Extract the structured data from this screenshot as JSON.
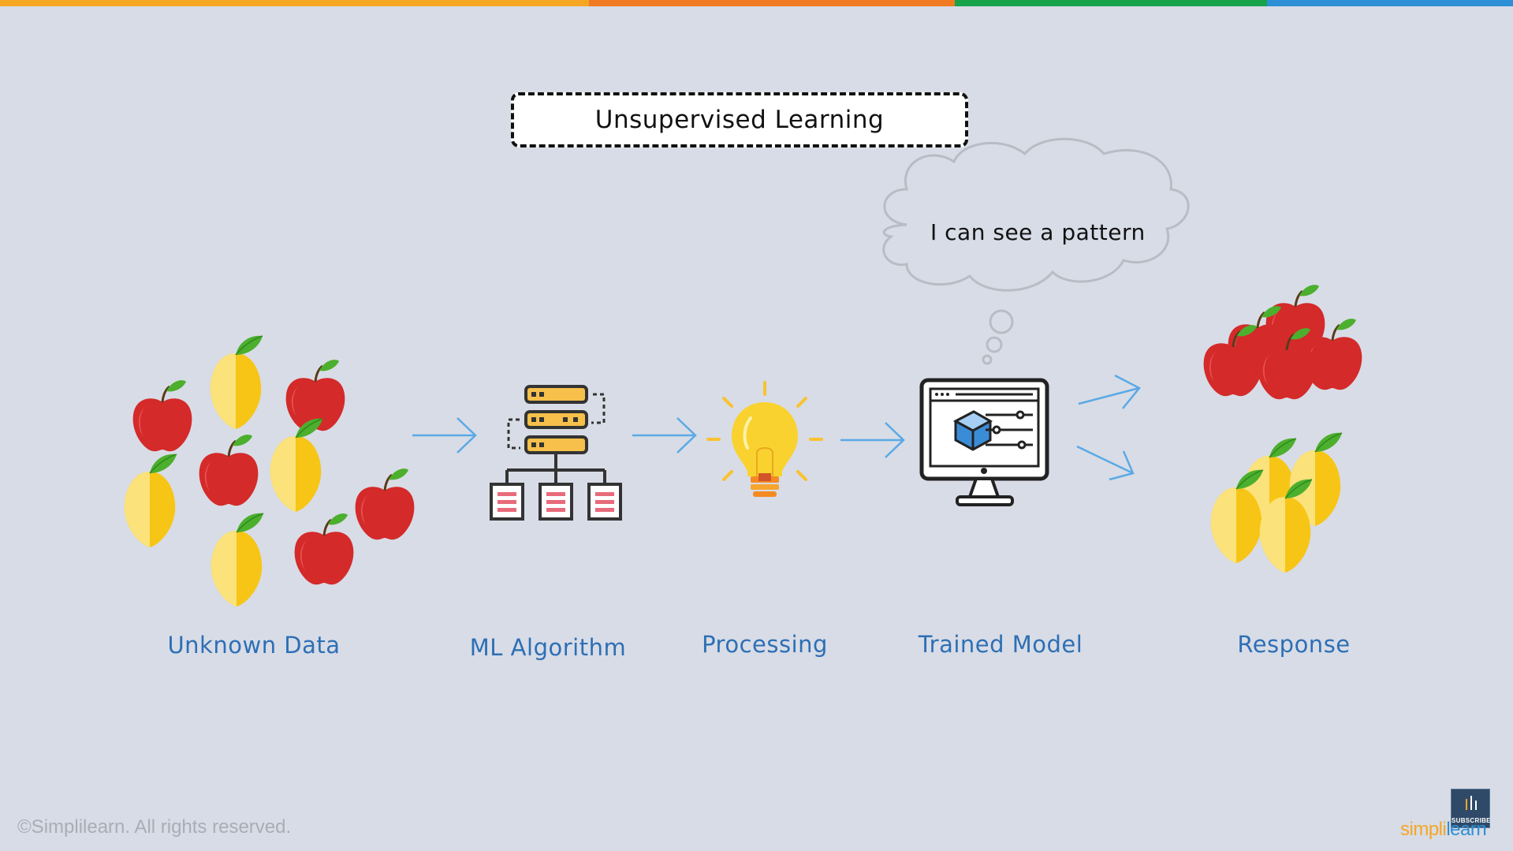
{
  "title": "Unsupervised Learning",
  "thought": "I can see a pattern",
  "stages": [
    {
      "label": "Unknown Data"
    },
    {
      "label": "ML Algorithm"
    },
    {
      "label": "Processing"
    },
    {
      "label": "Trained Model"
    },
    {
      "label": "Response"
    }
  ],
  "footer": {
    "copyright": "©Simplilearn. All rights reserved.",
    "subscribe": "SUBSCRIBE",
    "logo_part1": "simpli",
    "logo_part2": "learn"
  },
  "colors": {
    "background": "#d8dce6",
    "label": "#2d6fb5",
    "arrow": "#5aa9e6",
    "apple": "#d42a2a",
    "mango": "#f7c515",
    "leaf": "#4caf2e",
    "bulb": "#f9d22f",
    "server": "#f6c04a",
    "topbar": [
      "#f5a623",
      "#f07b22",
      "#16a34a",
      "#2d8fd6"
    ]
  },
  "icons": [
    "apple-icon",
    "mango-icon",
    "server-network-icon",
    "lightbulb-icon",
    "computer-monitor-icon",
    "thought-cloud-icon",
    "arrow-right-icon"
  ]
}
